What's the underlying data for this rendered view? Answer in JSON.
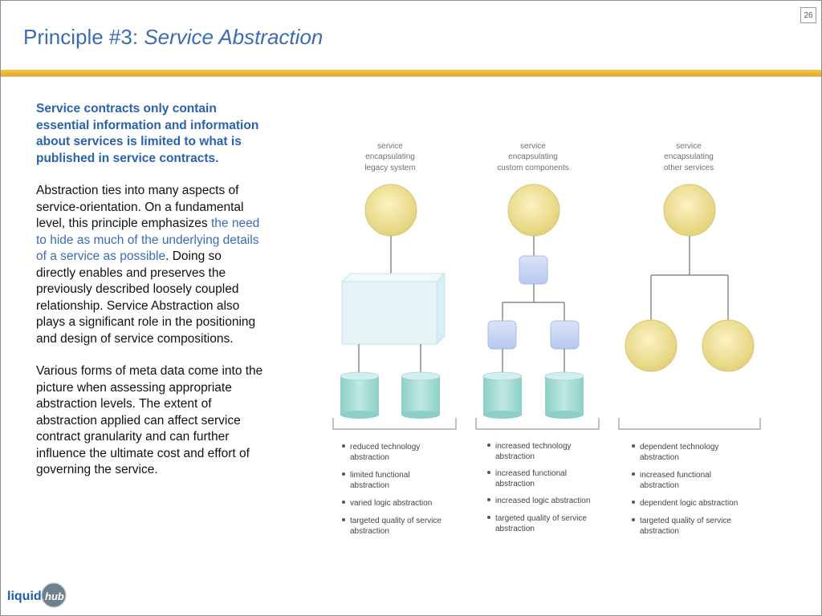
{
  "page_number": "26",
  "title": {
    "prefix": "Principle #3: ",
    "emphasis": "Service Abstraction"
  },
  "lead": "Service contracts only contain essential information and information about services is limited to what is published in service contracts.",
  "paragraph1": {
    "before": "Abstraction ties into many aspects of service-orientation. On a fundamental level, this principle emphasizes ",
    "highlight": "the need to hide as much of the underlying details of a service as possible",
    "after": ". Doing so directly enables and preserves the previously described loosely coupled relationship. Service Abstraction also plays a significant role in the positioning and design of service compositions."
  },
  "paragraph2": "Various forms of meta data come into the picture when assessing appropriate abstraction levels. The extent of abstraction applied can affect service contract granularity and can further influence the ultimate cost and effort of governing the service.",
  "diagram": {
    "columns": [
      {
        "caption": [
          "service",
          "encapsulating",
          "legacy system"
        ],
        "bullets": [
          [
            "reduced technology",
            "abstraction"
          ],
          [
            "limited functional",
            "abstraction"
          ],
          [
            "varied logic abstraction"
          ],
          [
            "targeted quality of service",
            "abstraction"
          ]
        ]
      },
      {
        "caption": [
          "service",
          "encapsulating",
          "custom components"
        ],
        "bullets": [
          [
            "increased technology",
            "abstraction"
          ],
          [
            "increased functional",
            "abstraction"
          ],
          [
            "increased logic abstraction"
          ],
          [
            "targeted quality of service",
            "abstraction"
          ]
        ]
      },
      {
        "caption": [
          "service",
          "encapsulating",
          "other services"
        ],
        "bullets": [
          [
            "dependent technology",
            "abstraction"
          ],
          [
            "increased functional",
            "abstraction"
          ],
          [
            "dependent logic abstraction"
          ],
          [
            "targeted quality of service",
            "abstraction"
          ]
        ]
      }
    ],
    "colors": {
      "service_fill": "#ecdf8e",
      "service_stroke": "#d4c56a",
      "component_fill": "#c9d6f3",
      "database_fill": "#a9dcd6",
      "legacy_box_fill": "#e4f3f6",
      "caption": "#707070",
      "bullet_text": "#444444"
    }
  },
  "logo": {
    "text_left": "liquid",
    "text_right": "hub"
  }
}
